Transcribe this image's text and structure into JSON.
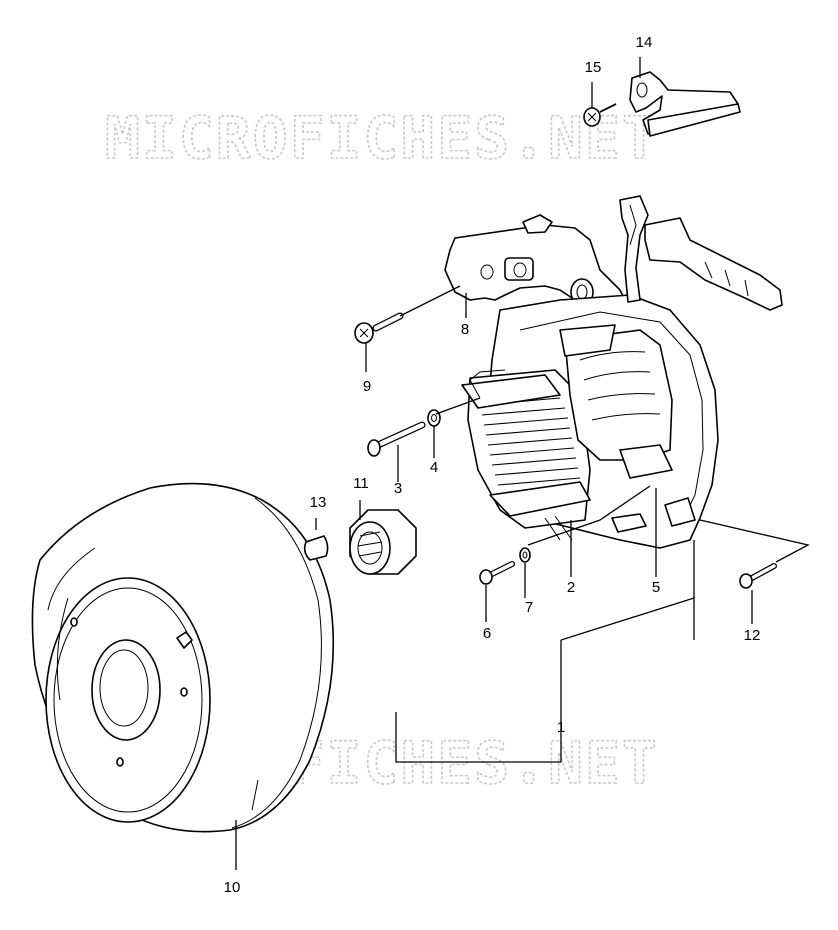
{
  "watermark": {
    "top": "MICROFICHES.NET",
    "bottom": "MICROFICHES.NET"
  },
  "callouts": [
    {
      "id": "c1",
      "label": "1"
    },
    {
      "id": "c2",
      "label": "2"
    },
    {
      "id": "c3",
      "label": "3"
    },
    {
      "id": "c4",
      "label": "4"
    },
    {
      "id": "c5",
      "label": "5"
    },
    {
      "id": "c6",
      "label": "6"
    },
    {
      "id": "c7",
      "label": "7"
    },
    {
      "id": "c8",
      "label": "8"
    },
    {
      "id": "c9",
      "label": "9"
    },
    {
      "id": "c10",
      "label": "10"
    },
    {
      "id": "c11",
      "label": "11"
    },
    {
      "id": "c12",
      "label": "12"
    },
    {
      "id": "c13",
      "label": "13"
    },
    {
      "id": "c14",
      "label": "14"
    },
    {
      "id": "c15",
      "label": "15"
    }
  ]
}
